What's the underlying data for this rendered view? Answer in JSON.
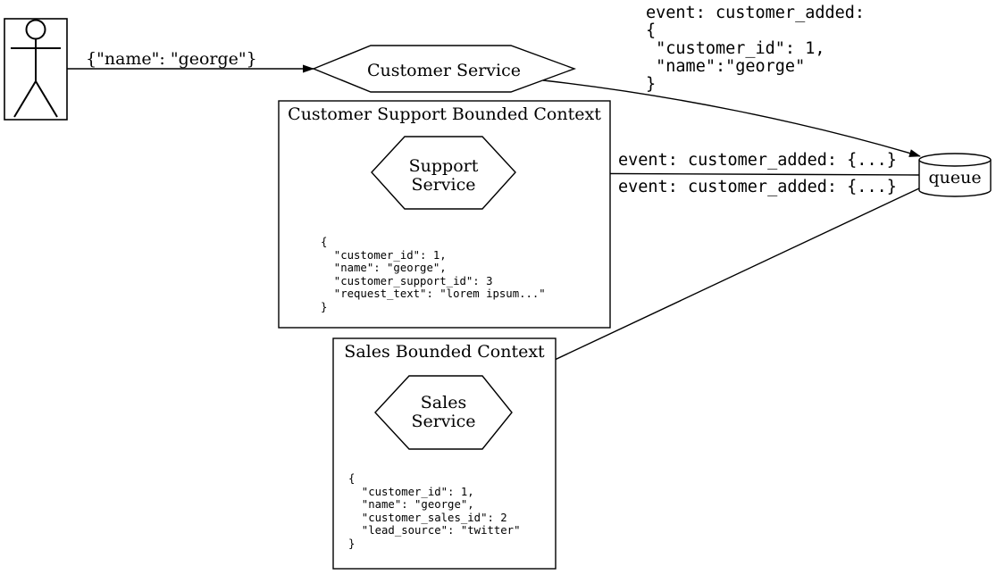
{
  "edges": {
    "actor_to_customer_service_label": "{\"name\": \"george\"}",
    "customer_service_to_queue_label": "event: customer_added:\n{\n \"customer_id\": 1,\n \"name\":\"george\"\n}",
    "queue_to_support_label": "event: customer_added: {...}",
    "queue_to_sales_label": "event: customer_added: {...}"
  },
  "nodes": {
    "customer_service_label": "Customer Service",
    "queue_label": "queue",
    "support_service_label": "Support\nService",
    "sales_service_label": "Sales\nService"
  },
  "support_context": {
    "title": "Customer Support Bounded Context",
    "payload": "{\n  \"customer_id\": 1,\n  \"name\": \"george\",\n  \"customer_support_id\": 3\n  \"request_text\": \"lorem ipsum...\"\n}"
  },
  "sales_context": {
    "title": "Sales Bounded Context",
    "payload": "{\n  \"customer_id\": 1,\n  \"name\": \"george\",\n  \"customer_sales_id\": 2\n  \"lead_source\": \"twitter\"\n}"
  },
  "colors": {
    "line": "#000000",
    "background": "#ffffff"
  }
}
